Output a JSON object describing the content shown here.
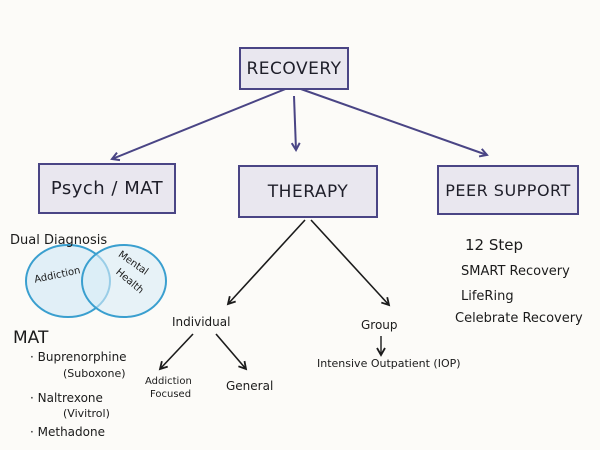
{
  "root": {
    "label": "RECOVERY"
  },
  "categories": {
    "psych": {
      "label": "Psych / MAT"
    },
    "therapy": {
      "label": "THERAPY"
    },
    "peer": {
      "label": "PEER SUPPORT"
    }
  },
  "dual_diagnosis": {
    "title": "Dual Diagnosis",
    "circle_left": "Addiction",
    "circle_right_line1": "Mental",
    "circle_right_line2": "Health"
  },
  "mat": {
    "title": "MAT",
    "items": [
      {
        "name": "· Buprenorphine",
        "brand": "(Suboxone)"
      },
      {
        "name": "· Naltrexone",
        "brand": "(Vivitrol)"
      },
      {
        "name": "· Methadone"
      }
    ]
  },
  "therapy_branches": {
    "individual": {
      "label": "Individual",
      "children": [
        {
          "line1": "Addiction",
          "line2": "Focused"
        },
        {
          "line1": "General"
        }
      ]
    },
    "group": {
      "label": "Group",
      "children": [
        {
          "line1": "Intensive Outpatient (IOP)"
        }
      ]
    }
  },
  "peer_support_items": [
    "12 Step",
    "SMART Recovery",
    "LifeRing",
    "Celebrate Recovery"
  ],
  "colors": {
    "box_border": "#4a4585",
    "box_fill": "#e9e7ef",
    "venn_stroke": "#3a9fcf",
    "venn_fill": "#d9ecf6",
    "ink": "#1b1b1b"
  }
}
